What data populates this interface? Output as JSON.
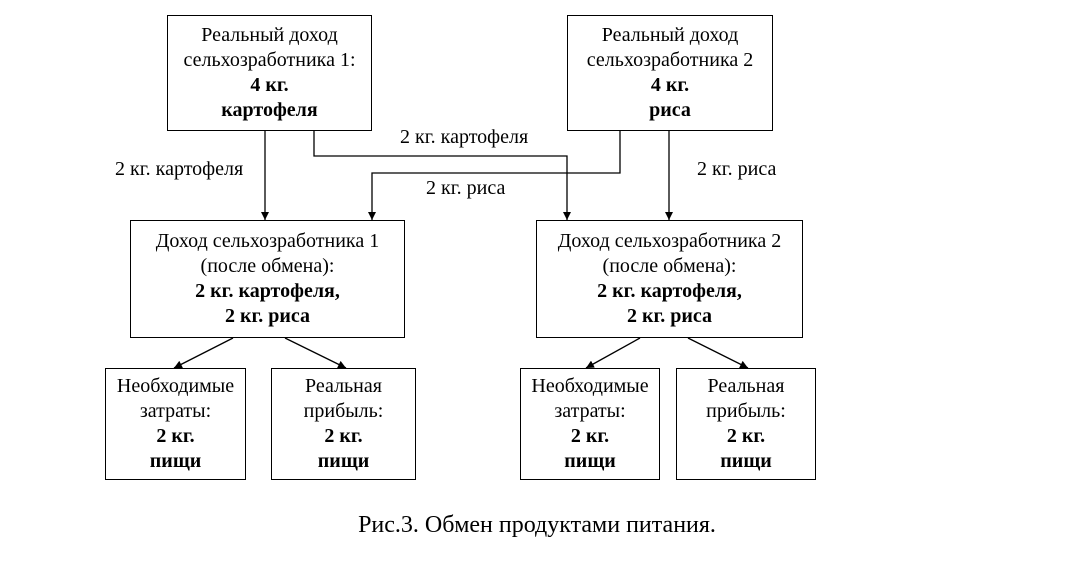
{
  "top_boxes": [
    {
      "line1": "Реальный доход",
      "line2": "сельхозработника 1:",
      "line3": "4 кг.",
      "line4": "картофеля"
    },
    {
      "line1": "Реальный доход",
      "line2": "сельхозработника 2",
      "line3": "4 кг.",
      "line4": "риса"
    }
  ],
  "mid_boxes": [
    {
      "line1": "Доход сельхозработника 1",
      "line2": "(после обмена):",
      "line3": "2 кг. картофеля,",
      "line4": "2 кг. риса"
    },
    {
      "line1": "Доход сельхозработника 2",
      "line2": "(после обмена):",
      "line3": "2 кг. картофеля,",
      "line4": "2 кг. риса"
    }
  ],
  "bottom_boxes": [
    {
      "line1": "Необходимые",
      "line2": "затраты:",
      "line3": "2 кг.",
      "line4": "пищи"
    },
    {
      "line1": "Реальная",
      "line2": "прибыль:",
      "line3": "2 кг.",
      "line4": "пищи"
    },
    {
      "line1": "Необходимые",
      "line2": "затраты:",
      "line3": "2 кг.",
      "line4": "пищи"
    },
    {
      "line1": "Реальная",
      "line2": "прибыль:",
      "line3": "2 кг.",
      "line4": "пищи"
    }
  ],
  "edge_labels": {
    "left_down": "2 кг. картофеля",
    "cross_potato": "2 кг. картофеля",
    "cross_rice": "2 кг. риса",
    "right_down": "2 кг. риса"
  },
  "caption": "Рис.3. Обмен продуктами питания."
}
